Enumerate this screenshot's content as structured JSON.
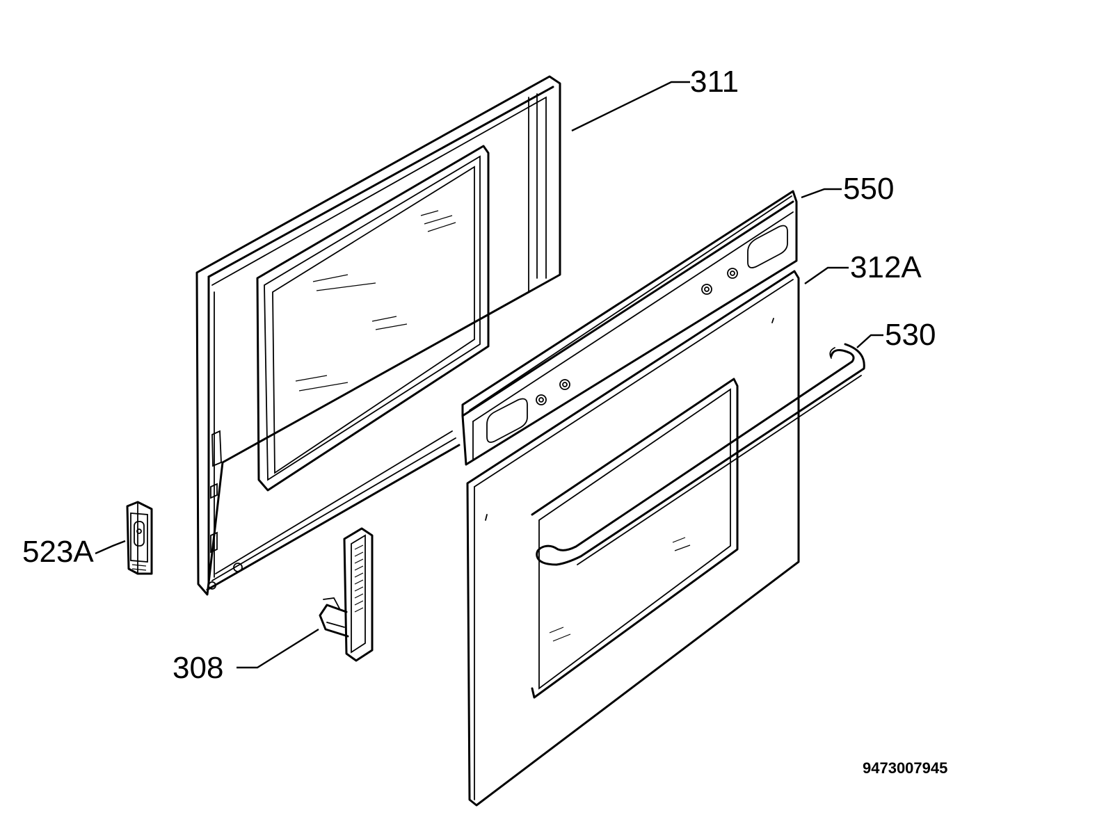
{
  "callouts": {
    "p311": "311",
    "p550": "550",
    "p312a": "312A",
    "p530": "530",
    "p523a": "523A",
    "p308": "308"
  },
  "drawing_code": "9473007945"
}
